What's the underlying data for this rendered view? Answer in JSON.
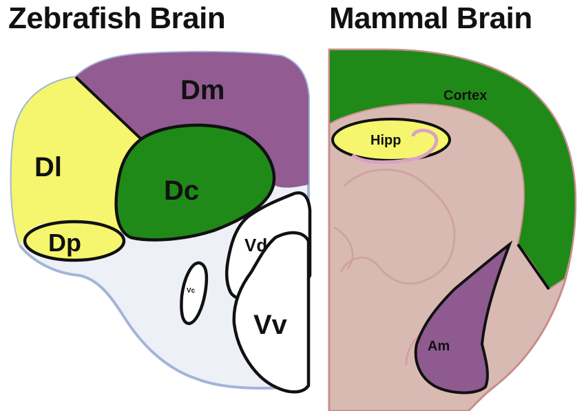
{
  "titles": {
    "left": "Zebrafish Brain",
    "right": "Mammal Brain"
  },
  "zebrafish": {
    "regions": {
      "dm": "Dm",
      "dl": "Dl",
      "dc": "Dc",
      "dp": "Dp",
      "vd": "Vd",
      "vc": "Vc",
      "vv": "Vv"
    }
  },
  "mammal": {
    "regions": {
      "cortex": "Cortex",
      "hipp": "Hipp",
      "am": "Am"
    }
  },
  "colors": {
    "dm_purple": "#925C92",
    "dl_yellow": "#F5F56E",
    "dc_green": "#1F8A17",
    "ventral_bg": "#EEF0F8",
    "outline_blue": "#A3B4D8",
    "mammal_bg": "#D9BAB3",
    "mammal_outline": "#C88D8C",
    "am_purple": "#8E5A90"
  }
}
